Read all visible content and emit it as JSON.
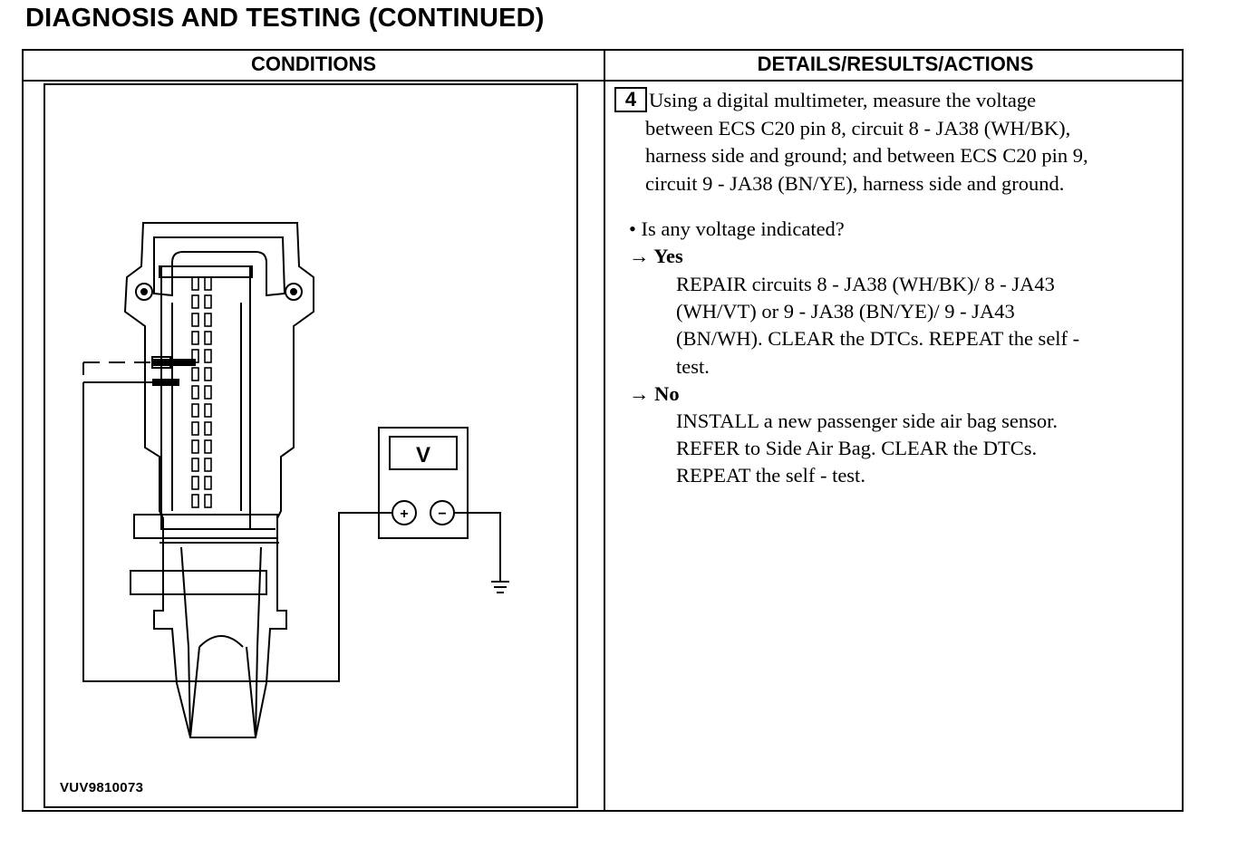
{
  "page_title": "DIAGNOSIS AND TESTING (CONTINUED)",
  "table": {
    "col_conditions": "CONDITIONS",
    "col_details": "DETAILS/RESULTS/ACTIONS"
  },
  "figure": {
    "id": "VUV9810073",
    "meter_label": "V",
    "plus": "+",
    "minus": "−"
  },
  "step": {
    "number": "4",
    "instruction_lines": [
      "Using a digital multimeter, measure the voltage",
      "between ECS C20 pin 8, circuit 8 - JA38 (WH/BK),",
      "harness side and ground; and between ECS C20 pin 9,",
      "circuit 9 - JA38 (BN/YE), harness side and ground."
    ],
    "question": "• Is any voltage indicated?",
    "yes_label": "→ Yes",
    "yes_lines": [
      "REPAIR circuits 8 - JA38 (WH/BK)/ 8 - JA43",
      "(WH/VT) or 9 - JA38 (BN/YE)/ 9 - JA43",
      "(BN/WH). CLEAR the DTCs. REPEAT the self -",
      "test."
    ],
    "no_label": "→ No",
    "no_lines": [
      "INSTALL a new passenger side air bag sensor.",
      "REFER to Side Air Bag. CLEAR the DTCs.",
      "REPEAT the self - test."
    ]
  }
}
